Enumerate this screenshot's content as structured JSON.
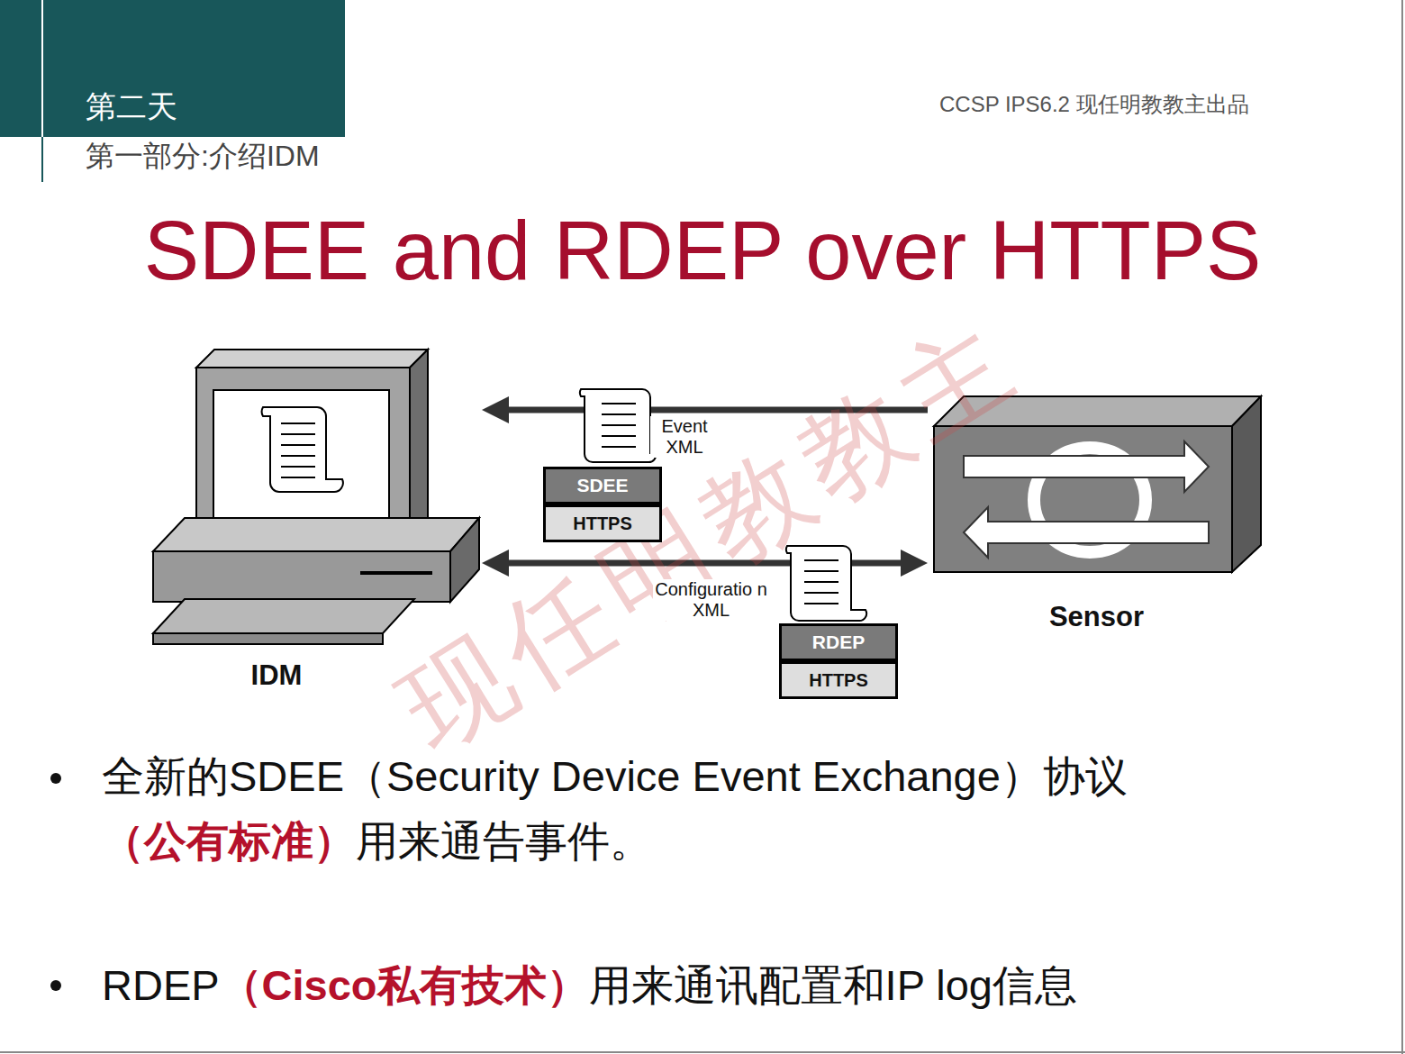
{
  "diagram": {
    "title": "SDEE and RDEP over HTTPS",
    "nodes": [
      {
        "text": [
          "IDM"
        ]
      },
      {
        "text": [
          "SDEE"
        ]
      },
      {
        "text": [
          "HTTPS"
        ]
      },
      {
        "text": [
          "Sensor"
        ]
      },
      {
        "text": [
          "RDEP"
        ]
      },
      {
        "text": [
          "HTTPS"
        ]
      }
    ],
    "edges": [
      {
        "from": 3,
        "to": 0,
        "arrow": "to",
        "label": "Event XML"
      },
      {
        "from": 0,
        "to": 3,
        "arrow": "both",
        "label": "Configuratio n XML"
      }
    ],
    "labels": [
      "第二天",
      "第一部分:介绍IDM",
      "CCSP IPS6.2 现任明教教主出品",
      "现任明教教主",
      "全新的SDEE（Security Device Event Exchange）协议",
      "（公有标准）",
      "用来通告事件。",
      "RDEP",
      "（Cisco私有技术）",
      "用来通讯配置和IP log信息"
    ]
  }
}
